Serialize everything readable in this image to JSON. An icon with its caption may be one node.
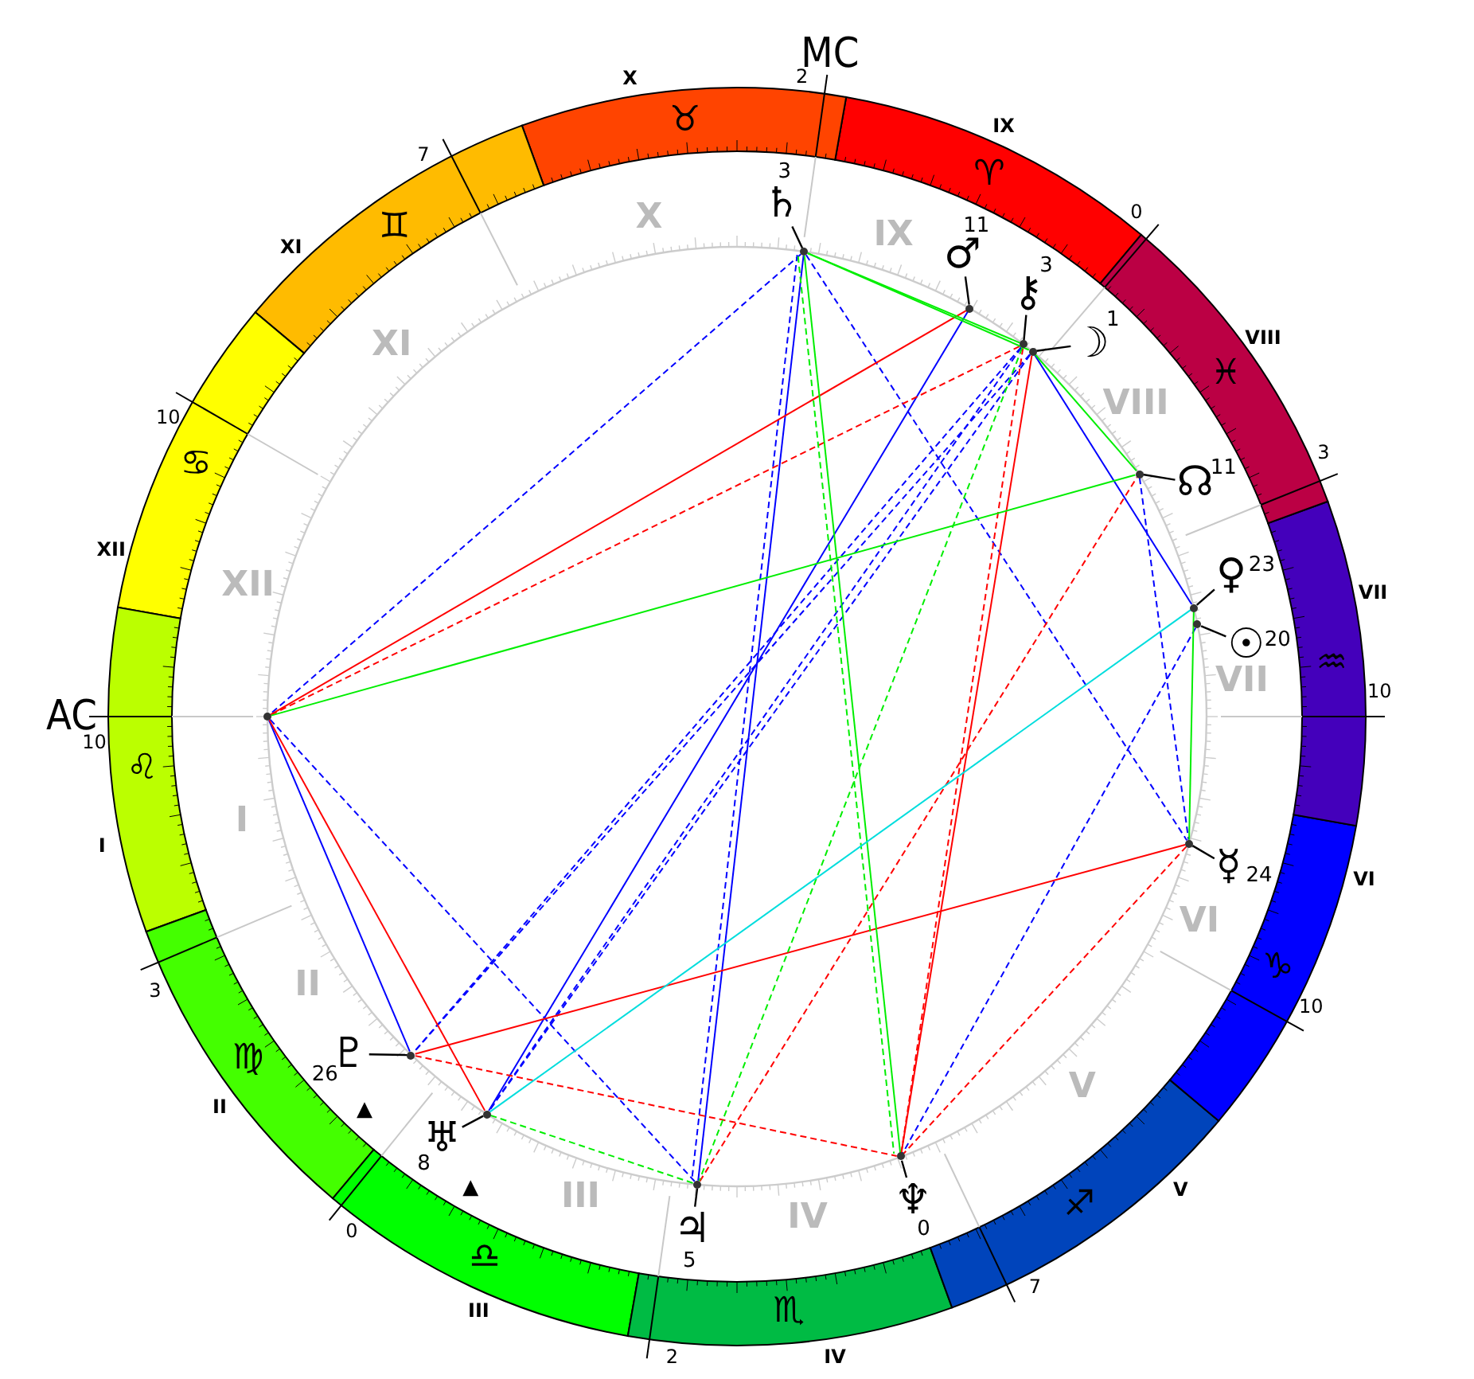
{
  "diagram": {
    "nodes": [
      {
        "text": [],
        "shape": "point"
      },
      {
        "text": [],
        "shape": "point"
      },
      {
        "text": [],
        "shape": "point"
      },
      {
        "text": [],
        "shape": "point"
      },
      {
        "text": [],
        "shape": "point"
      },
      {
        "text": [],
        "shape": "point"
      },
      {
        "text": [],
        "shape": "point"
      },
      {
        "text": [],
        "shape": "point"
      },
      {
        "text": [],
        "shape": "point"
      },
      {
        "text": [],
        "shape": "point"
      },
      {
        "text": [],
        "shape": "point"
      },
      {
        "text": [],
        "shape": "point"
      },
      {
        "text": [],
        "shape": "point"
      },
      {
        "text": [
          "♄"
        ],
        "beside": [
          "3"
        ]
      },
      {
        "text": [
          "♂"
        ],
        "beside": [
          "11"
        ]
      },
      {
        "text": [
          "⚷"
        ],
        "beside": [
          "3"
        ]
      },
      {
        "text": [
          "☽"
        ],
        "beside": [
          "1"
        ]
      },
      {
        "text": [
          "☊"
        ],
        "beside": [
          "11"
        ]
      },
      {
        "text": [
          "♀"
        ],
        "beside": [
          "23"
        ]
      },
      {
        "text": [
          "☉"
        ],
        "beside": [
          "20"
        ]
      },
      {
        "text": [
          "☿"
        ],
        "beside": [
          "24"
        ]
      },
      {
        "text": [
          "♆"
        ],
        "beside": [
          "0"
        ]
      },
      {
        "text": [
          "♃"
        ],
        "beside": [
          "5"
        ]
      },
      {
        "text": [
          "♅"
        ],
        "beside": [
          "8",
          "▲"
        ]
      },
      {
        "text": [
          "♇"
        ],
        "beside": [
          "26",
          "▲"
        ]
      }
    ],
    "edges": [
      {
        "from": 13,
        "to": 0,
        "arrow": "none",
        "color": "#000000"
      },
      {
        "from": 14,
        "to": 1,
        "arrow": "none",
        "color": "#000000"
      },
      {
        "from": 15,
        "to": 2,
        "arrow": "none",
        "color": "#000000"
      },
      {
        "from": 16,
        "to": 3,
        "arrow": "none",
        "color": "#000000"
      },
      {
        "from": 17,
        "to": 4,
        "arrow": "none",
        "color": "#000000"
      },
      {
        "from": 18,
        "to": 5,
        "arrow": "none",
        "color": "#000000"
      },
      {
        "from": 19,
        "to": 6,
        "arrow": "none",
        "color": "#000000"
      },
      {
        "from": 20,
        "to": 7,
        "arrow": "none",
        "color": "#000000"
      },
      {
        "from": 21,
        "to": 8,
        "arrow": "none",
        "color": "#000000"
      },
      {
        "from": 22,
        "to": 9,
        "arrow": "none",
        "color": "#000000"
      },
      {
        "from": 23,
        "to": 10,
        "arrow": "none",
        "color": "#000000"
      },
      {
        "from": 24,
        "to": 11,
        "arrow": "none",
        "color": "#000000"
      },
      {
        "from": 0,
        "to": 9,
        "arrow": "none",
        "color": "#0000ff"
      },
      {
        "from": 1,
        "to": 10,
        "arrow": "none",
        "color": "#0000ff"
      },
      {
        "from": 3,
        "to": 5,
        "arrow": "none",
        "color": "#0000ff"
      },
      {
        "from": 12,
        "to": 11,
        "arrow": "none",
        "color": "#0000ff"
      },
      {
        "from": 0,
        "to": 12,
        "arrow": "none",
        "style": "dashed",
        "color": "#0000ff"
      },
      {
        "from": 0,
        "to": 7,
        "arrow": "none",
        "style": "dashed",
        "color": "#0000ff"
      },
      {
        "from": 0,
        "to": 9,
        "arrow": "none",
        "style": "dashed",
        "color": "#0000ff"
      },
      {
        "from": 2,
        "to": 11,
        "arrow": "none",
        "style": "dashed",
        "color": "#0000ff"
      },
      {
        "from": 3,
        "to": 11,
        "arrow": "none",
        "style": "dashed",
        "color": "#0000ff"
      },
      {
        "from": 2,
        "to": 10,
        "arrow": "none",
        "style": "dashed",
        "color": "#0000ff"
      },
      {
        "from": 3,
        "to": 10,
        "arrow": "none",
        "style": "dashed",
        "color": "#0000ff"
      },
      {
        "from": 12,
        "to": 9,
        "arrow": "none",
        "style": "dashed",
        "color": "#0000ff"
      },
      {
        "from": 4,
        "to": 7,
        "arrow": "none",
        "style": "dashed",
        "color": "#0000ff"
      },
      {
        "from": 6,
        "to": 8,
        "arrow": "none",
        "style": "dashed",
        "color": "#0000ff"
      },
      {
        "from": 12,
        "to": 1,
        "arrow": "none",
        "color": "#ff0000"
      },
      {
        "from": 12,
        "to": 10,
        "arrow": "none",
        "color": "#ff0000"
      },
      {
        "from": 11,
        "to": 7,
        "arrow": "none",
        "color": "#ff0000"
      },
      {
        "from": 8,
        "to": 3,
        "arrow": "none",
        "color": "#ff0000"
      },
      {
        "from": 12,
        "to": 2,
        "arrow": "none",
        "style": "dashed",
        "color": "#ff0000"
      },
      {
        "from": 11,
        "to": 8,
        "arrow": "none",
        "style": "dashed",
        "color": "#ff0000"
      },
      {
        "from": 9,
        "to": 4,
        "arrow": "none",
        "style": "dashed",
        "color": "#ff0000"
      },
      {
        "from": 8,
        "to": 2,
        "arrow": "none",
        "style": "dashed",
        "color": "#ff0000"
      },
      {
        "from": 7,
        "to": 8,
        "arrow": "none",
        "style": "dashed",
        "color": "#ff0000"
      },
      {
        "from": 0,
        "to": 2,
        "arrow": "none",
        "color": "#00ee00"
      },
      {
        "from": 0,
        "to": 3,
        "arrow": "none",
        "color": "#00ee00"
      },
      {
        "from": 3,
        "to": 4,
        "arrow": "none",
        "color": "#00ee00"
      },
      {
        "from": 4,
        "to": 12,
        "arrow": "none",
        "color": "#00ee00"
      },
      {
        "from": 5,
        "to": 7,
        "arrow": "none",
        "color": "#00ee00"
      },
      {
        "from": 0,
        "to": 8,
        "arrow": "none",
        "color": "#00ee00"
      },
      {
        "from": 2,
        "to": 9,
        "arrow": "none",
        "style": "dashed",
        "color": "#00ee00"
      },
      {
        "from": 10,
        "to": 9,
        "arrow": "none",
        "style": "dashed",
        "color": "#00ee00"
      },
      {
        "from": 0,
        "to": 8,
        "arrow": "none",
        "style": "dashed",
        "color": "#00ee00"
      },
      {
        "from": 5,
        "to": 10,
        "arrow": "none",
        "color": "#00dddd"
      }
    ],
    "labels": [
      "AC",
      "MC",
      "10",
      "3",
      "0",
      "2",
      "7",
      "10",
      "10",
      "3",
      "0",
      "2",
      "7",
      "10",
      "I",
      "II",
      "III",
      "IV",
      "V",
      "VI",
      "VII",
      "VIII",
      "IX",
      "X",
      "XI",
      "XII",
      "I",
      "II",
      "III",
      "IV",
      "V",
      "VI",
      "VII",
      "VIII",
      "IX",
      "X",
      "XI",
      "XII",
      "♈",
      "♉",
      "♊",
      "♋",
      "♌",
      "♍",
      "♎",
      "♏",
      "♐",
      "♑",
      "♒",
      "♓"
    ]
  }
}
